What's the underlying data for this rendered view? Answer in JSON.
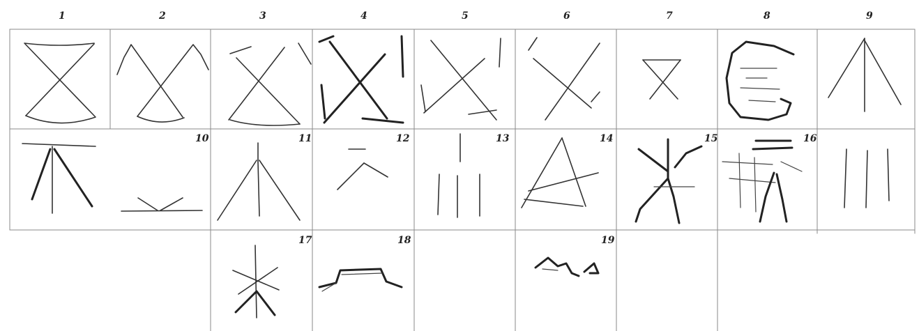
{
  "plate": {
    "labels": [
      {
        "id": "1",
        "text": "1"
      },
      {
        "id": "2",
        "text": "2"
      },
      {
        "id": "3",
        "text": "3"
      },
      {
        "id": "4",
        "text": "4"
      },
      {
        "id": "5",
        "text": "5"
      },
      {
        "id": "6",
        "text": "6"
      },
      {
        "id": "7",
        "text": "7"
      },
      {
        "id": "8",
        "text": "8"
      },
      {
        "id": "9",
        "text": "9"
      },
      {
        "id": "10",
        "text": "10"
      },
      {
        "id": "11",
        "text": "11"
      },
      {
        "id": "12",
        "text": "12"
      },
      {
        "id": "13",
        "text": "13"
      },
      {
        "id": "14",
        "text": "14"
      },
      {
        "id": "15",
        "text": "15"
      },
      {
        "id": "16",
        "text": "16"
      },
      {
        "id": "17",
        "text": "17"
      },
      {
        "id": "18",
        "text": "18"
      },
      {
        "id": "19",
        "text": "19"
      }
    ]
  }
}
